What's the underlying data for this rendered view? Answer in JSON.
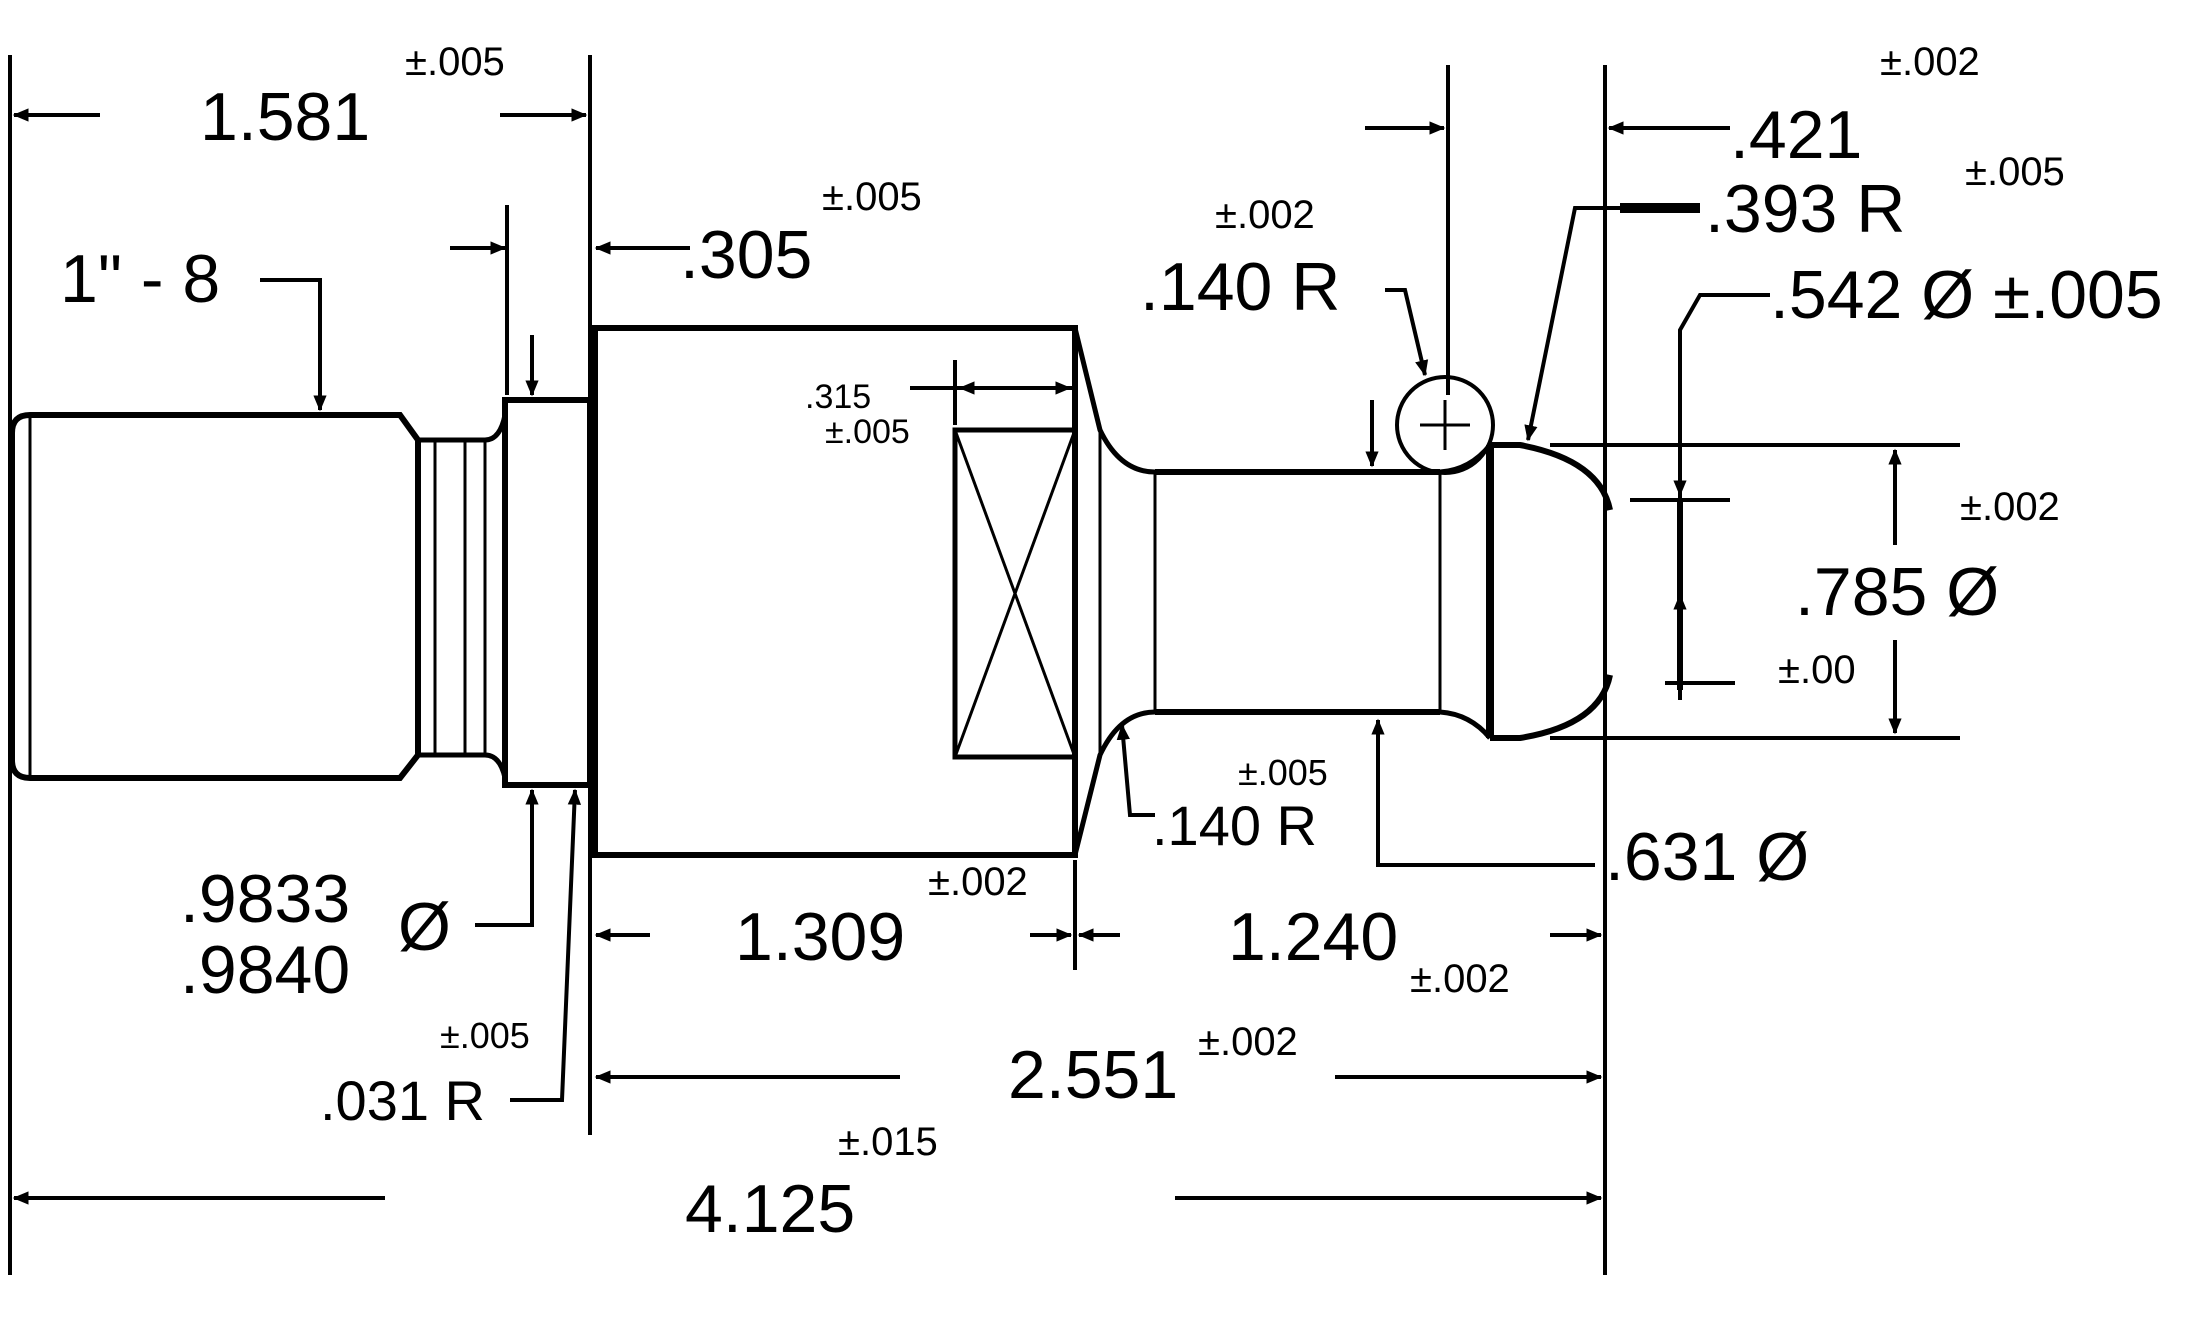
{
  "drawing": {
    "dimensions": {
      "d1581": "1.581",
      "d1581_tol": "±.005",
      "thread": "1\" - 8",
      "d305": ".305",
      "d305_tol": "±.005",
      "d315": ".315",
      "d315_tol": "±.005",
      "r140_top": ".140 R",
      "r140_top_tol": "±.002",
      "d421": ".421",
      "d421_tol": "±.002",
      "r393": ".393 R",
      "r393_tol": "±.005",
      "d542": ".542 Ø ±.005",
      "d785": ".785 Ø",
      "d785_tol_top": "±.002",
      "d785_tol_bot": "±.00",
      "r140_bot": ".140 R",
      "r140_bot_tol": "±.005",
      "d631": ".631 Ø",
      "d9833": ".9833",
      "d9840": ".9840",
      "dia_symbol": "Ø",
      "d1309": "1.309",
      "d1309_tol": "±.002",
      "d1240": "1.240",
      "d1240_tol": "±.002",
      "r031": ".031 R",
      "r031_tol": "±.005",
      "d2551": "2.551",
      "d2551_tol": "±.002",
      "d4125": "4.125",
      "d4125_tol": "±.015"
    }
  }
}
